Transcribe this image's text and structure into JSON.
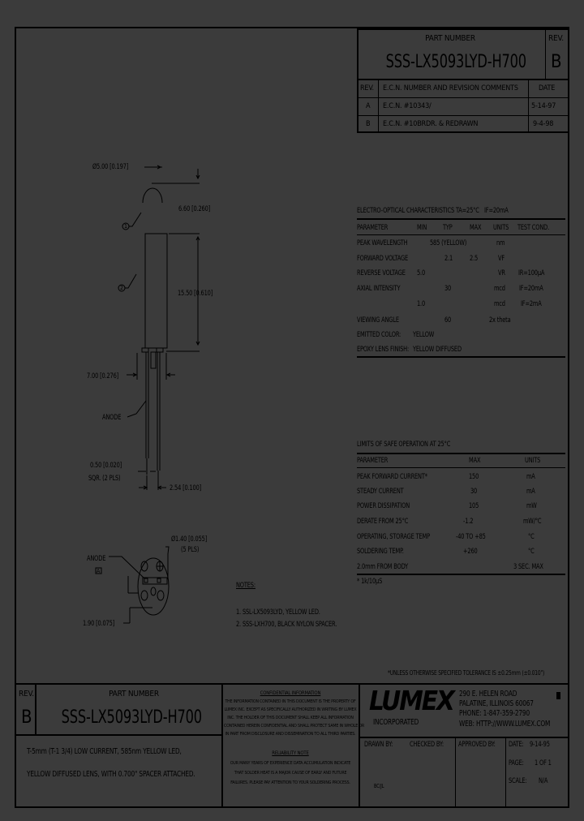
{
  "title_block_top": {
    "part_number_label": "PART NUMBER",
    "part_number": "SSS-LX5093LYD-H700",
    "rev_label": "REV.",
    "rev": "B"
  },
  "revision_table": {
    "headers": [
      "REV.",
      "E.C.N. NUMBER AND REVISION COMMENTS",
      "DATE"
    ],
    "rows": [
      {
        "rev": "A",
        "comment": "E.C.N. #10343/",
        "date": "5-14-97"
      },
      {
        "rev": "B",
        "comment": "E.C.N. #10BRDR. & REDRAWN",
        "date": "9-4-98"
      }
    ]
  },
  "drawing": {
    "dim_lens_diameter": "Ø5.00 [0.197]",
    "dim_lens_height": "6.60 [0.260]",
    "balloon_1": "1",
    "balloon_2": "2",
    "dim_body_length": "15.50 [0.610]",
    "dim_spacer": "7.00 [0.276]",
    "anode_label": "ANODE",
    "dim_lead_size": "0.50 [0.020]",
    "dim_lead_note": "SQR. (2 PLS)",
    "dim_lead_spacing": "2.54 [0.100]",
    "dim_hole": "Ø1.40 [0.055]",
    "dim_hole_note": "(5 PLS)",
    "bottom_anode_label": "ANODE",
    "bottom_anode_mark": "A",
    "dim_bottom": "1.90 [0.075]"
  },
  "notes": {
    "title": "NOTES:",
    "items": [
      "1. SSL-LX5093LYD, YELLOW LED.",
      "2. SSS-LXH700, BLACK NYLON SPACER."
    ]
  },
  "electro_optical": {
    "title": "ELECTRO-OPTICAL CHARACTERISTICS TA=25°C",
    "condition": "IF=20mA",
    "headers": [
      "PARAMETER",
      "MIN",
      "TYP",
      "MAX",
      "UNITS",
      "TEST COND."
    ],
    "rows": [
      {
        "param": "PEAK WAVELENGTH",
        "min": "",
        "typ": "585 (YELLOW)",
        "max": "",
        "units": "nm",
        "cond": ""
      },
      {
        "param": "FORWARD VOLTAGE",
        "min": "",
        "typ": "2.1",
        "max": "2.5",
        "units": "VF",
        "cond": ""
      },
      {
        "param": "REVERSE VOLTAGE",
        "min": "5.0",
        "typ": "",
        "max": "",
        "units": "VR",
        "cond": "IR=100µA"
      },
      {
        "param": "AXIAL INTENSITY",
        "min": "",
        "typ": "30",
        "max": "",
        "units": "mcd",
        "cond": "IF=20mA"
      },
      {
        "param": "",
        "min": "1.0",
        "typ": "",
        "max": "",
        "units": "mcd",
        "cond": "IF=2mA"
      },
      {
        "param": "VIEWING ANGLE",
        "min": "",
        "typ": "60",
        "max": "",
        "units": "2x theta",
        "cond": ""
      }
    ],
    "emitted_color_label": "EMITTED COLOR:",
    "emitted_color": "YELLOW",
    "lens_finish_label": "EPOXY LENS FINISH:",
    "lens_finish": "YELLOW DIFFUSED"
  },
  "safe_operation": {
    "title": "LIMITS OF SAFE OPERATION AT 25°C",
    "headers": [
      "PARAMETER",
      "MAX",
      "UNITS"
    ],
    "rows": [
      {
        "param": "PEAK FORWARD CURRENT*",
        "max": "150",
        "units": "mA"
      },
      {
        "param": "STEADY CURRENT",
        "max": "30",
        "units": "mA"
      },
      {
        "param": "POWER DISSIPATION",
        "max": "105",
        "units": "mW"
      },
      {
        "param": "DERATE FROM 25°C",
        "max": "-1.2",
        "units": "mW/°C"
      },
      {
        "param": "OPERATING, STORAGE TEMP",
        "max": "-40 TO +85",
        "units": "°C"
      },
      {
        "param": "SOLDERING TEMP.",
        "max": "+260",
        "units": "°C"
      },
      {
        "param": "2.0mm FROM BODY",
        "max": "",
        "units": "3 SEC. MAX"
      }
    ],
    "footnote": "* 1k/10µS"
  },
  "tolerance_note": "*UNLESS OTHERWISE SPECIFIED TOLERANCE IS ±0.25mm (±0.010\")",
  "title_block_bottom": {
    "rev_label": "REV.",
    "rev": "B",
    "part_number_label": "PART NUMBER",
    "part_number": "SSS-LX5093LYD-H700",
    "description_line1": "T-5mm (T-1 3/4) LOW CURRENT, 585nm YELLOW LED,",
    "description_line2": "YELLOW DIFFUSED LENS, WITH 0.700\" SPACER ATTACHED.",
    "confidential_title": "CONFIDENTIAL INFORMATION",
    "confidential_text": [
      "THE INFORMATION CONTAINED IN THIS DOCUMENT IS THE PROPERTY OF",
      "LUMEX INC. EXCEPT AS SPECIFICALLY AUTHORIZED IN WRITING BY LUMEX",
      "INC. THE HOLDER OF THIS DOCUMENT SHALL KEEP ALL INFORMATION",
      "CONTAINED HEREIN CONFIDENTIAL AND SHALL PROTECT SAME IN WHOLE OR",
      "IN PART FROM DISCLOSURE AND DISSEMINATION TO ALL THIRD PARTIES."
    ],
    "reliability_title": "RELIABILITY NOTE",
    "reliability_text": [
      "OUR MANY YEARS OF EXPERIENCE DATA ACCUMULATION INDICATE",
      "THAT SOLDER HEAT IS A MAJOR CAUSE OF EARLY AND FUTURE",
      "FAILURES. PLEASE PAY ATTENTION TO YOUR SOLDERING PROCESS."
    ],
    "company_logo": "LUMEX",
    "company_sub": "INCORPORATED",
    "address_line1": "290 E. HELEN ROAD",
    "address_line2": "PALATINE, ILLINOIS   60067",
    "phone": "PHONE: 1-847-359-2790",
    "web": "WEB: HTTP://WWW.LUMEX.COM",
    "drawn_by_label": "DRAWN BY:",
    "drawn_by": "BC/JL",
    "checked_by_label": "CHECKED BY:",
    "approved_by_label": "APPROVED BY:",
    "date_label": "DATE:",
    "date": "9-14-95",
    "page_label": "PAGE:",
    "page": "1 OF 1",
    "scale_label": "SCALE:",
    "scale": "N/A"
  }
}
